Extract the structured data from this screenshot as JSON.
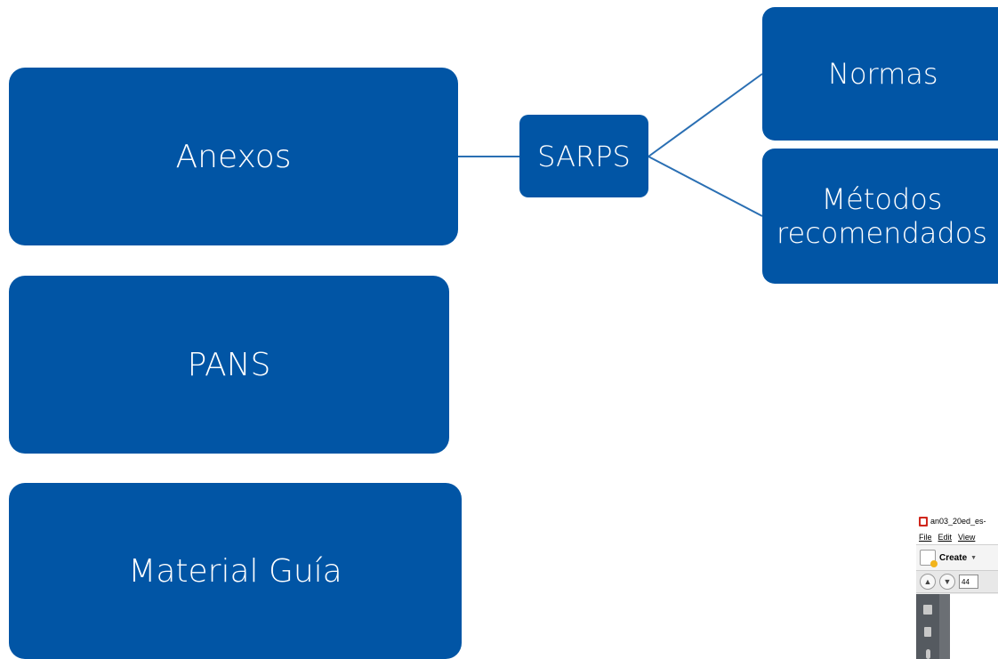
{
  "diagram": {
    "nodes": {
      "anexos": "Anexos",
      "pans": "PANS",
      "material": "Material Guía",
      "sarps": "SARPS",
      "normas": "Normas",
      "metodos_line1": "Métodos",
      "metodos_line2": "recomendados"
    },
    "edges": [
      [
        "Anexos",
        "SARPS"
      ],
      [
        "SARPS",
        "Normas"
      ],
      [
        "SARPS",
        "Métodos recomendados"
      ]
    ],
    "colors": {
      "box_fill": "#0155a5",
      "connector": "#2a6fb3",
      "text": "#ffffff"
    }
  },
  "reader_thumbnail": {
    "window_title": "an03_20ed_es-",
    "menu": [
      "File",
      "Edit",
      "View"
    ],
    "create_label": "Create",
    "page_number": "44"
  }
}
